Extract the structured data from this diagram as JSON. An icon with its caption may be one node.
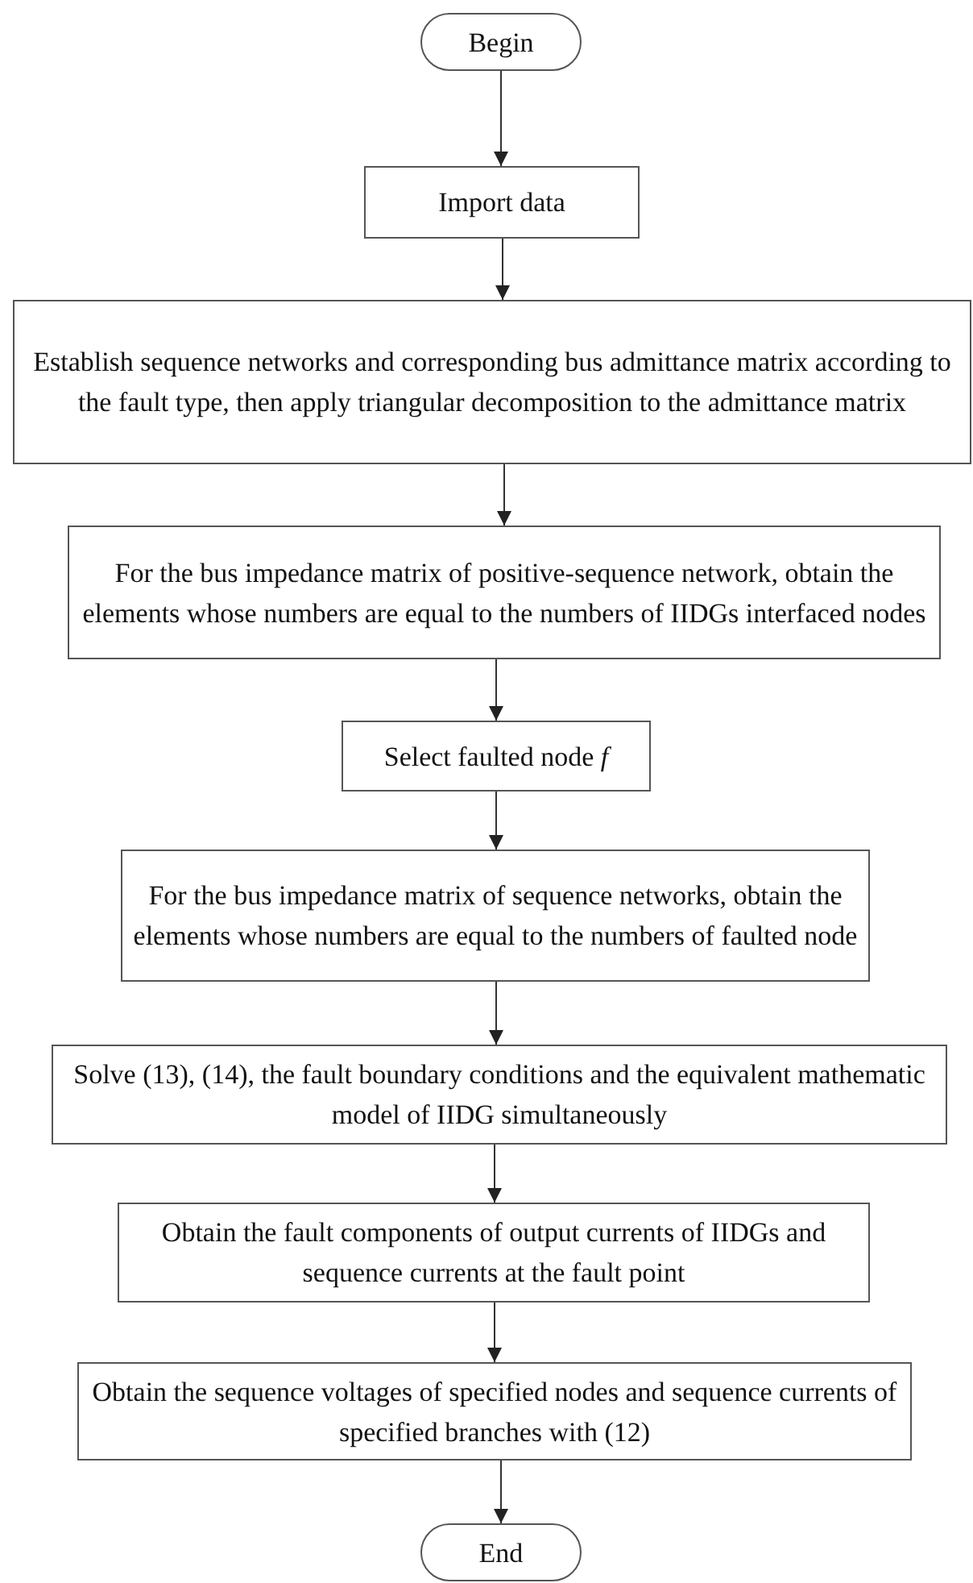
{
  "diagram": {
    "nodes": [
      {
        "text": [
          "Begin"
        ]
      },
      {
        "text": [
          "Import data"
        ]
      },
      {
        "text": [
          "Establish sequence networks and corresponding bus admittance matrix according to the fault type, then apply triangular decomposition to the admittance matrix"
        ]
      },
      {
        "text": [
          "For the bus impedance matrix of positive-sequence network, obtain the elements whose numbers are equal to the numbers of IIDGs interfaced nodes"
        ]
      },
      {
        "text": [
          "Select faulted node *f*"
        ]
      },
      {
        "text": [
          "For the bus impedance matrix of sequence networks, obtain the elements whose numbers are equal to the numbers of faulted node"
        ]
      },
      {
        "text": [
          "Solve (13), (14), the fault boundary conditions and the equivalent mathematic model of IIDG simultaneously"
        ]
      },
      {
        "text": [
          "Obtain the fault components of output currents of IIDGs and sequence currents at the fault point"
        ]
      },
      {
        "text": [
          "Obtain the sequence voltages of specified nodes and sequence currents of specified branches with (12)"
        ]
      },
      {
        "text": [
          "End"
        ]
      }
    ],
    "edges": [
      {
        "from": 0,
        "to": 1,
        "arrow": "to"
      },
      {
        "from": 1,
        "to": 2,
        "arrow": "to"
      },
      {
        "from": 2,
        "to": 3,
        "arrow": "to"
      },
      {
        "from": 3,
        "to": 4,
        "arrow": "to"
      },
      {
        "from": 4,
        "to": 5,
        "arrow": "to"
      },
      {
        "from": 5,
        "to": 6,
        "arrow": "to"
      },
      {
        "from": 6,
        "to": 7,
        "arrow": "to"
      },
      {
        "from": 7,
        "to": 8,
        "arrow": "to"
      },
      {
        "from": 8,
        "to": 9,
        "arrow": "to"
      }
    ]
  }
}
